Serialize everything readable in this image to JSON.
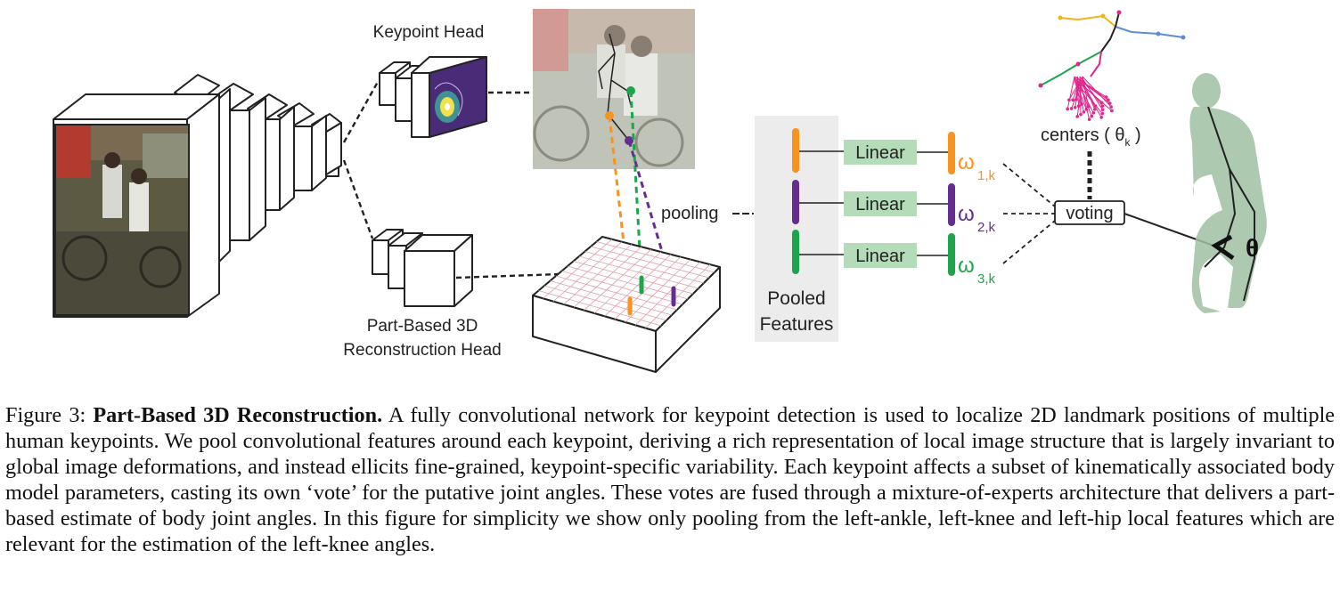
{
  "figure": {
    "keypoint_head_label": "Keypoint Head",
    "part_head_label_line1": "Part-Based 3D",
    "part_head_label_line2": "Reconstruction Head",
    "pooling_label": "pooling",
    "pooled_features_line1": "Pooled",
    "pooled_features_line2": "Features",
    "linear_labels": [
      "Linear",
      "Linear",
      "Linear"
    ],
    "omega_symbols": [
      "ω",
      "ω",
      "ω"
    ],
    "omega_subscripts": [
      "1,k",
      "2,k",
      "3,k"
    ],
    "voting_label": "voting",
    "centers_label_pre": "centers ( θ",
    "centers_label_sub": "k",
    "centers_label_post": " )",
    "theta_label": "θ",
    "colors": {
      "orange": "#f7931e",
      "purple": "#662d91",
      "green": "#1ea54b",
      "linear_fill": "#b5dcb9",
      "pooled_bg": "#ececec",
      "magenta": "#e0258c"
    }
  },
  "caption": {
    "label": "Figure 3:",
    "title": "Part-Based 3D Reconstruction.",
    "body": "A fully convolutional network for keypoint detection is used to localize 2D landmark positions of multiple human keypoints. We pool convolutional features around each keypoint, deriving a rich representation of local image structure that is largely invariant to global image deformations, and instead ellicits fine-grained, keypoint-specific variability. Each keypoint affects a subset of kinematically associated body model parameters, casting its own ‘vote’ for the putative joint angles. These votes are fused through a mixture-of-experts architecture that delivers a part-based estimate of body joint angles. In this figure for simplicity we show only pooling from the left-ankle, left-knee and left-hip local features which are relevant for the estimation of the left-knee angles."
  }
}
